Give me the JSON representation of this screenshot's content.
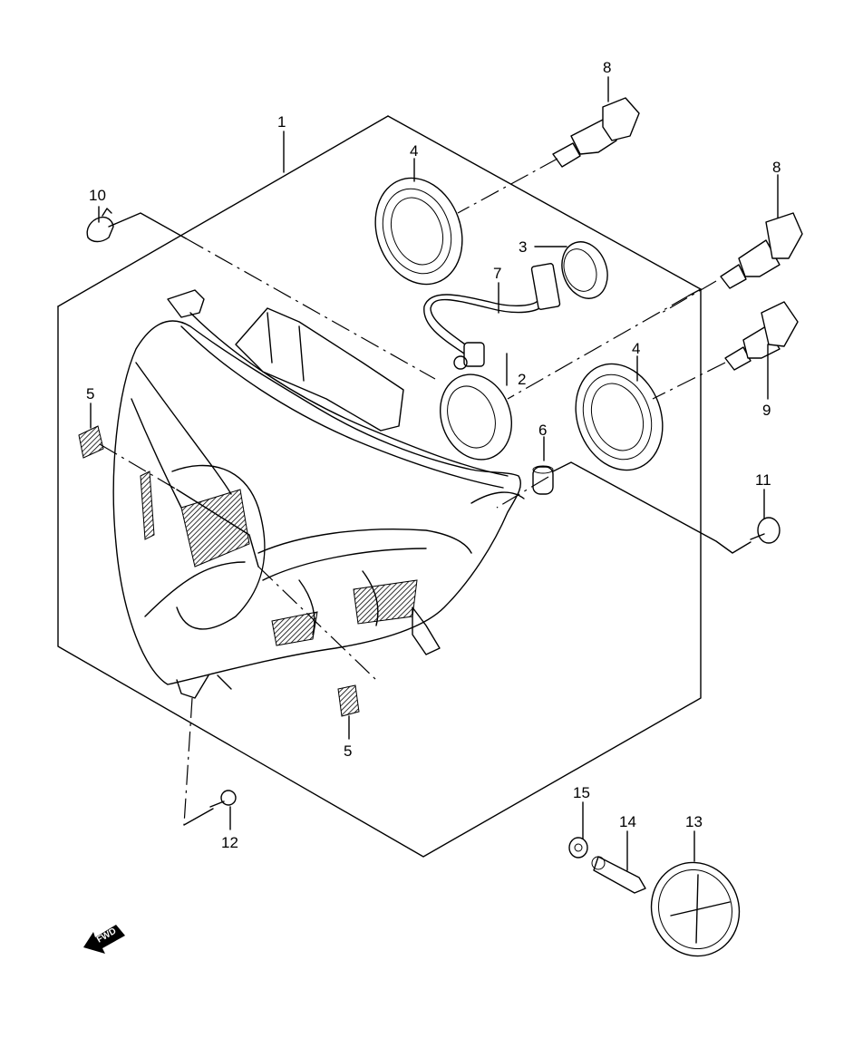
{
  "callouts": [
    {
      "id": "c1",
      "text": "1"
    },
    {
      "id": "c2",
      "text": "2"
    },
    {
      "id": "c3",
      "text": "3"
    },
    {
      "id": "c4a",
      "text": "4"
    },
    {
      "id": "c4b",
      "text": "4"
    },
    {
      "id": "c5a",
      "text": "5"
    },
    {
      "id": "c5b",
      "text": "5"
    },
    {
      "id": "c6",
      "text": "6"
    },
    {
      "id": "c7",
      "text": "7"
    },
    {
      "id": "c8a",
      "text": "8"
    },
    {
      "id": "c8b",
      "text": "8"
    },
    {
      "id": "c9",
      "text": "9"
    },
    {
      "id": "c10",
      "text": "10"
    },
    {
      "id": "c11",
      "text": "11"
    },
    {
      "id": "c12",
      "text": "12"
    },
    {
      "id": "c13",
      "text": "13"
    },
    {
      "id": "c14",
      "text": "14"
    },
    {
      "id": "c15",
      "text": "15"
    }
  ],
  "fwd_label": "FWD"
}
